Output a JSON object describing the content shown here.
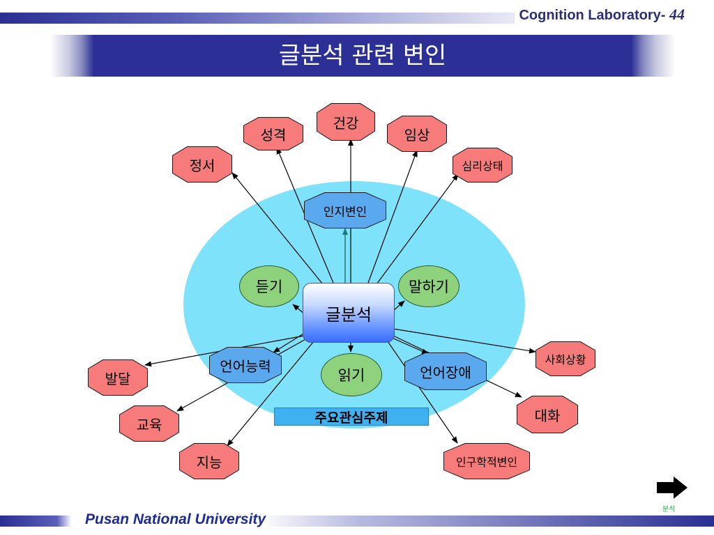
{
  "header": {
    "label": "Cognition Laboratory-",
    "page_number": "44"
  },
  "title": "글분석 관련 변인",
  "center": "글분석",
  "outer_variables": {
    "health": "건강",
    "personality": "성격",
    "clinical": "임상",
    "emotion": "정서",
    "psych_state": "심리상태",
    "social_situation": "사회상황",
    "conversation": "대화",
    "demographic": "인구학적변인",
    "intelligence": "지능",
    "education": "교육",
    "development": "발달"
  },
  "inner_nodes": {
    "cognitive_variable": "인지변인",
    "listening": "듣기",
    "speaking": "말하기",
    "reading": "읽기",
    "language_ability": "언어능력",
    "language_disorder": "언어장애"
  },
  "main_topics_label": "주요관심주제",
  "footer": {
    "university": "Pusan National University",
    "next_label": "분석"
  },
  "colors": {
    "title_band": "#2b2f96",
    "ellipse": "#7fe2fb",
    "outer_fill": "#f87b7b",
    "inner_fill": "#5aa8ee",
    "circle_fill": "#8fd27e",
    "footer_text": "#1c2a9a"
  },
  "icons": {
    "next": "right-arrow-icon"
  }
}
